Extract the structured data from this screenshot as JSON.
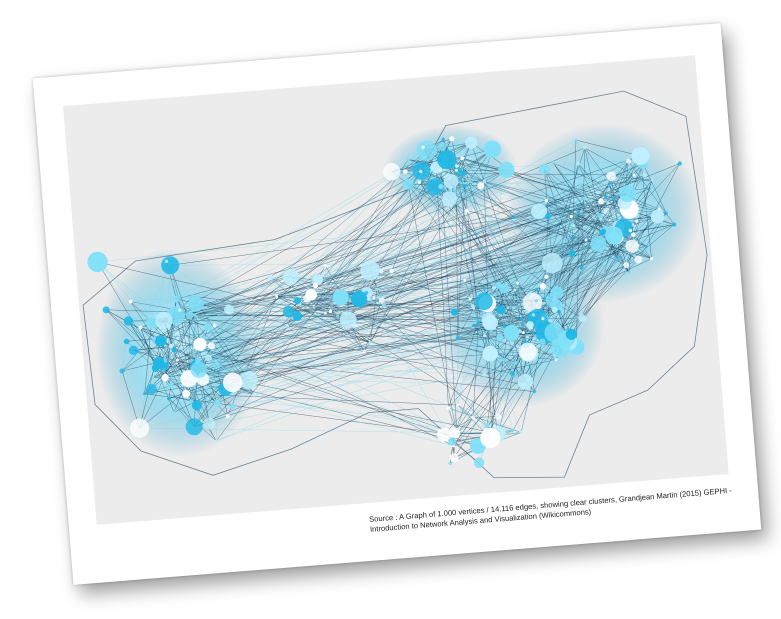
{
  "caption": {
    "line1": "Source : A Graph of 1.000 vertices / 14.116 edges, showing clear clusters, Grandjean Martin (2015) GEPHI -",
    "line2": "Introduction to Network Analysis and Visualization (Wikicommons)"
  },
  "colors": {
    "card": "#ffffff",
    "plot_background": "#ececec",
    "edge_dark": "#1b3f58",
    "edge_light": "#7fd6ee",
    "node_cyan": "#1fb8e6",
    "node_light": "#bff0ff",
    "node_white": "#ffffff"
  },
  "image": {
    "subject": "network graph with clusters"
  }
}
